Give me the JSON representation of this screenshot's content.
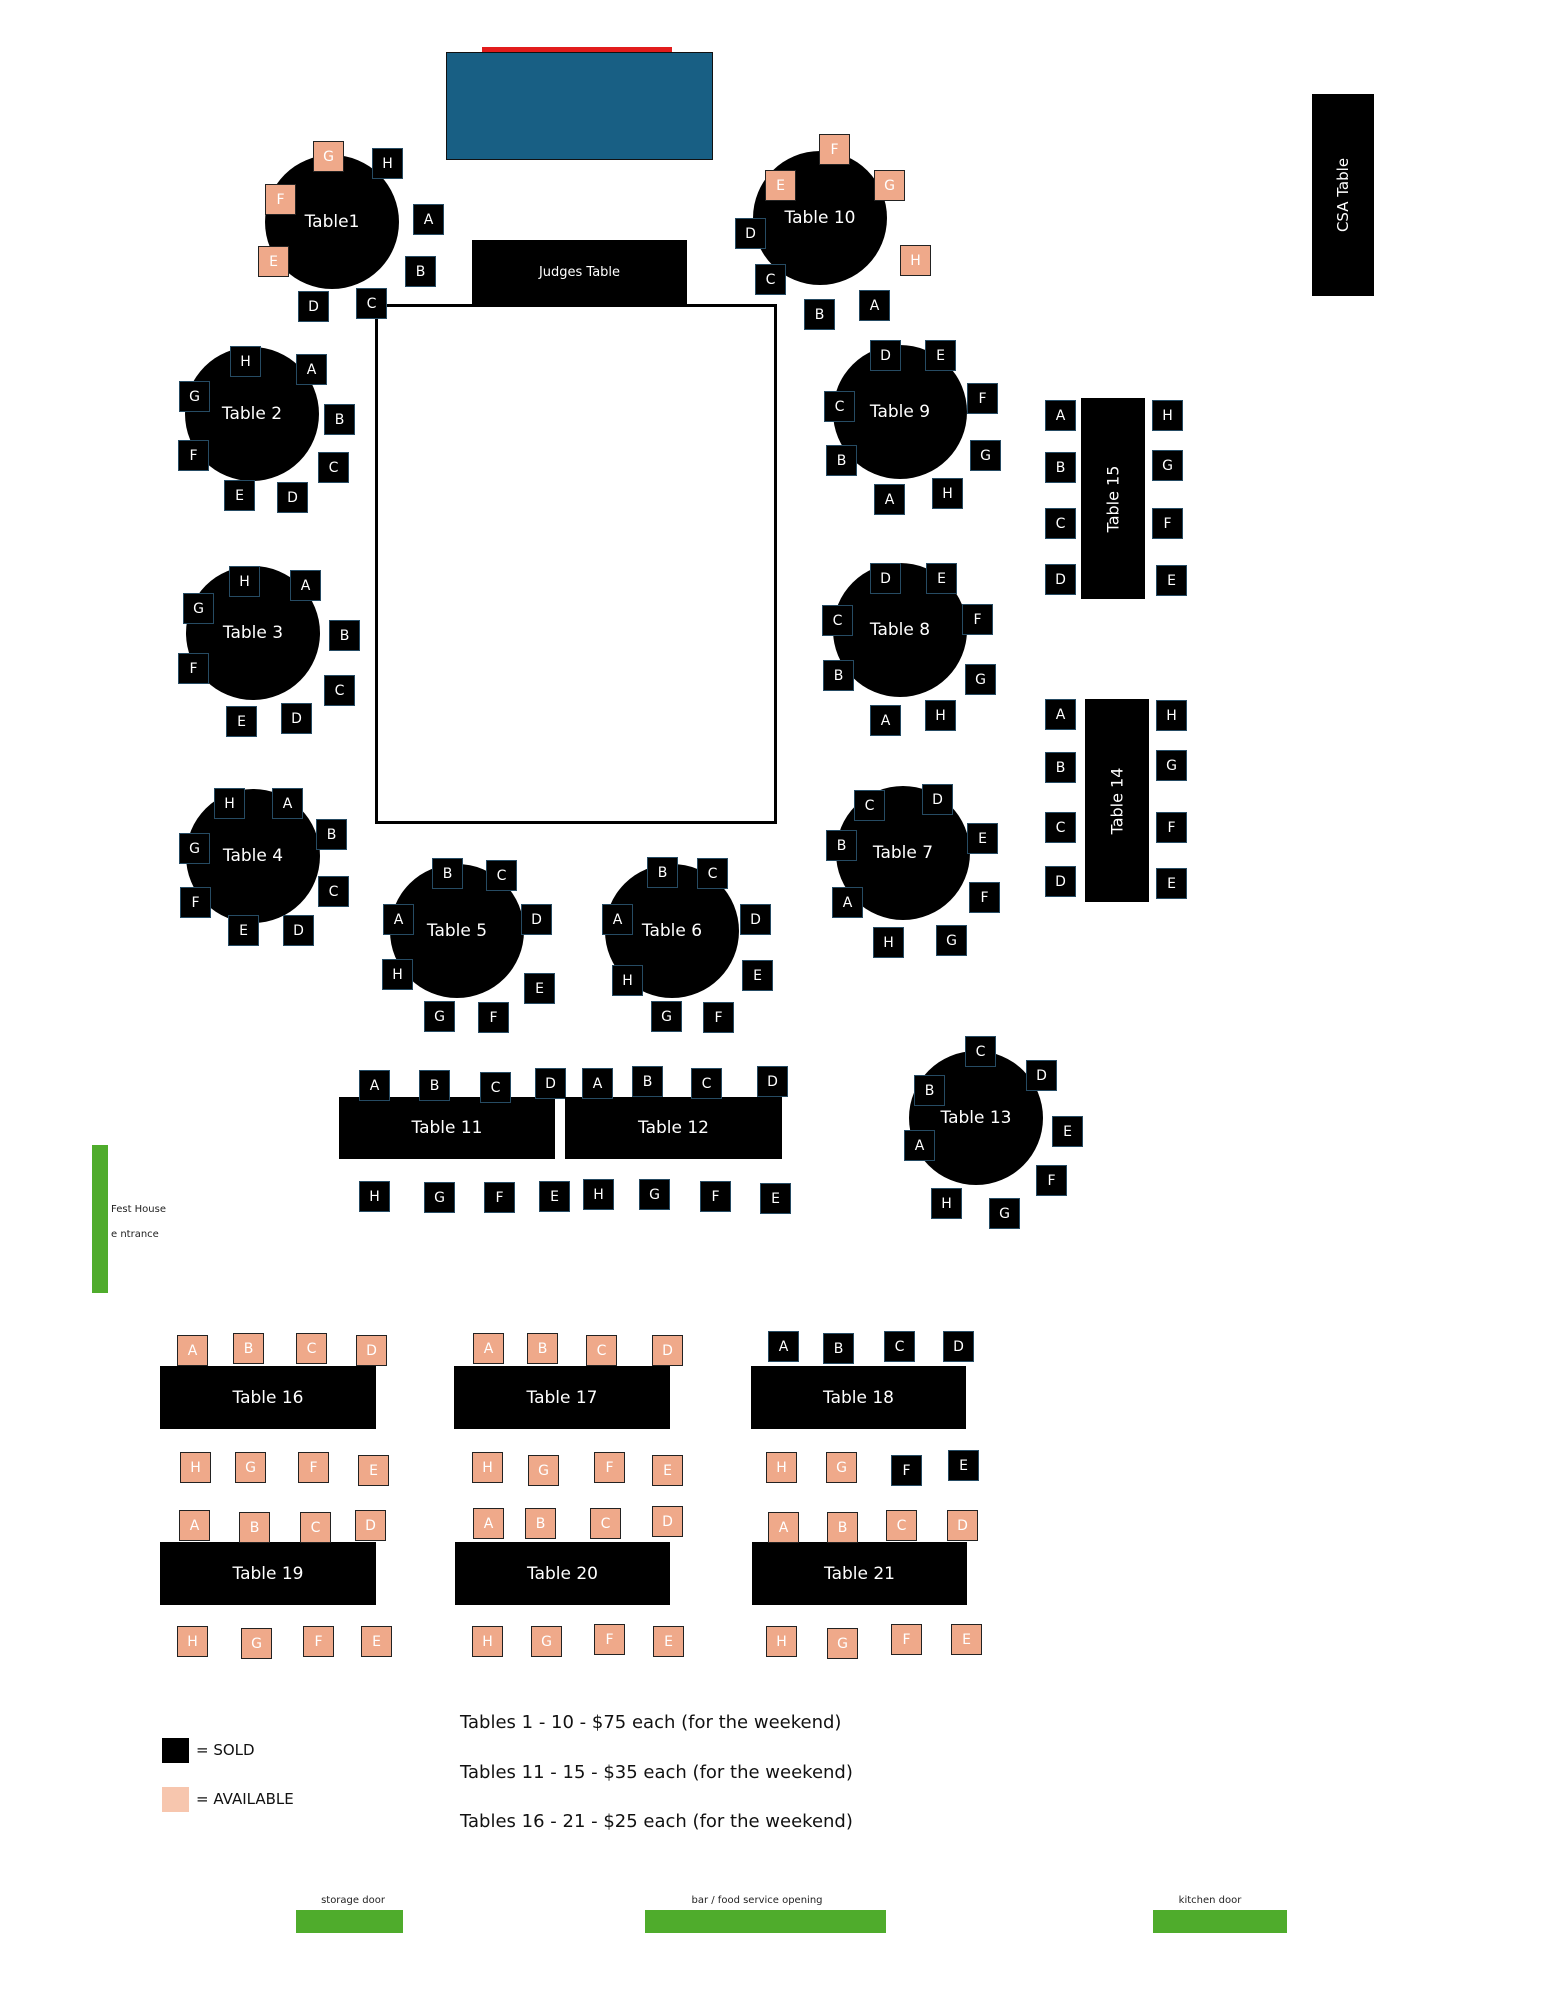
{
  "colors": {
    "sold": "#000000",
    "available": "#efa98a",
    "stage": "#185f84",
    "door": "#4fac2c",
    "stage_edge": "#e21c1c"
  },
  "labels": {
    "judges_table": "Judges Table",
    "csa_table": "CSA Table",
    "fest_house": "Fest House",
    "entrance": "e ntrance",
    "storage_door": "storage door",
    "bar_opening": "bar / food service opening",
    "kitchen_door": "kitchen door"
  },
  "legend": {
    "sold": "= SOLD",
    "available": "= AVAILABLE"
  },
  "pricing": [
    "Tables 1 - 10 - $75 each (for the weekend)",
    "Tables 11 - 15 - $35 each (for the weekend)",
    "Tables 16 - 21 - $25 each (for the weekend)"
  ],
  "tables": [
    {
      "id": "t1",
      "name": "Table1",
      "seats": [
        {
          "l": "A",
          "s": "sold"
        },
        {
          "l": "B",
          "s": "sold"
        },
        {
          "l": "C",
          "s": "sold"
        },
        {
          "l": "D",
          "s": "sold"
        },
        {
          "l": "E",
          "s": "available"
        },
        {
          "l": "F",
          "s": "available"
        },
        {
          "l": "G",
          "s": "available"
        },
        {
          "l": "H",
          "s": "sold"
        }
      ]
    },
    {
      "id": "t2",
      "name": "Table 2",
      "seats": [
        {
          "l": "A",
          "s": "sold"
        },
        {
          "l": "B",
          "s": "sold"
        },
        {
          "l": "C",
          "s": "sold"
        },
        {
          "l": "D",
          "s": "sold"
        },
        {
          "l": "E",
          "s": "sold"
        },
        {
          "l": "F",
          "s": "sold"
        },
        {
          "l": "G",
          "s": "sold"
        },
        {
          "l": "H",
          "s": "sold"
        }
      ]
    },
    {
      "id": "t3",
      "name": "Table 3",
      "seats": [
        {
          "l": "A",
          "s": "sold"
        },
        {
          "l": "B",
          "s": "sold"
        },
        {
          "l": "C",
          "s": "sold"
        },
        {
          "l": "D",
          "s": "sold"
        },
        {
          "l": "E",
          "s": "sold"
        },
        {
          "l": "F",
          "s": "sold"
        },
        {
          "l": "G",
          "s": "sold"
        },
        {
          "l": "H",
          "s": "sold"
        }
      ]
    },
    {
      "id": "t4",
      "name": "Table 4",
      "seats": [
        {
          "l": "A",
          "s": "sold"
        },
        {
          "l": "B",
          "s": "sold"
        },
        {
          "l": "C",
          "s": "sold"
        },
        {
          "l": "D",
          "s": "sold"
        },
        {
          "l": "E",
          "s": "sold"
        },
        {
          "l": "F",
          "s": "sold"
        },
        {
          "l": "G",
          "s": "sold"
        },
        {
          "l": "H",
          "s": "sold"
        }
      ]
    },
    {
      "id": "t5",
      "name": "Table 5",
      "seats": [
        {
          "l": "A",
          "s": "sold"
        },
        {
          "l": "B",
          "s": "sold"
        },
        {
          "l": "C",
          "s": "sold"
        },
        {
          "l": "D",
          "s": "sold"
        },
        {
          "l": "E",
          "s": "sold"
        },
        {
          "l": "F",
          "s": "sold"
        },
        {
          "l": "G",
          "s": "sold"
        },
        {
          "l": "H",
          "s": "sold"
        }
      ]
    },
    {
      "id": "t6",
      "name": "Table 6",
      "seats": [
        {
          "l": "A",
          "s": "sold"
        },
        {
          "l": "B",
          "s": "sold"
        },
        {
          "l": "C",
          "s": "sold"
        },
        {
          "l": "D",
          "s": "sold"
        },
        {
          "l": "E",
          "s": "sold"
        },
        {
          "l": "F",
          "s": "sold"
        },
        {
          "l": "G",
          "s": "sold"
        },
        {
          "l": "H",
          "s": "sold"
        }
      ]
    },
    {
      "id": "t7",
      "name": "Table 7",
      "seats": [
        {
          "l": "A",
          "s": "sold"
        },
        {
          "l": "B",
          "s": "sold"
        },
        {
          "l": "C",
          "s": "sold"
        },
        {
          "l": "D",
          "s": "sold"
        },
        {
          "l": "E",
          "s": "sold"
        },
        {
          "l": "F",
          "s": "sold"
        },
        {
          "l": "G",
          "s": "sold"
        },
        {
          "l": "H",
          "s": "sold"
        }
      ]
    },
    {
      "id": "t8",
      "name": "Table 8",
      "seats": [
        {
          "l": "A",
          "s": "sold"
        },
        {
          "l": "B",
          "s": "sold"
        },
        {
          "l": "C",
          "s": "sold"
        },
        {
          "l": "D",
          "s": "sold"
        },
        {
          "l": "E",
          "s": "sold"
        },
        {
          "l": "F",
          "s": "sold"
        },
        {
          "l": "G",
          "s": "sold"
        },
        {
          "l": "H",
          "s": "sold"
        }
      ]
    },
    {
      "id": "t9",
      "name": "Table 9",
      "seats": [
        {
          "l": "A",
          "s": "sold"
        },
        {
          "l": "B",
          "s": "sold"
        },
        {
          "l": "C",
          "s": "sold"
        },
        {
          "l": "D",
          "s": "sold"
        },
        {
          "l": "E",
          "s": "sold"
        },
        {
          "l": "F",
          "s": "sold"
        },
        {
          "l": "G",
          "s": "sold"
        },
        {
          "l": "H",
          "s": "sold"
        }
      ]
    },
    {
      "id": "t10",
      "name": "Table 10",
      "seats": [
        {
          "l": "A",
          "s": "sold"
        },
        {
          "l": "B",
          "s": "sold"
        },
        {
          "l": "C",
          "s": "sold"
        },
        {
          "l": "D",
          "s": "sold"
        },
        {
          "l": "E",
          "s": "available"
        },
        {
          "l": "F",
          "s": "available"
        },
        {
          "l": "G",
          "s": "available"
        },
        {
          "l": "H",
          "s": "available"
        }
      ]
    },
    {
      "id": "t11",
      "name": "Table 11",
      "seats": [
        {
          "l": "A",
          "s": "sold"
        },
        {
          "l": "B",
          "s": "sold"
        },
        {
          "l": "C",
          "s": "sold"
        },
        {
          "l": "D",
          "s": "sold"
        },
        {
          "l": "E",
          "s": "sold"
        },
        {
          "l": "F",
          "s": "sold"
        },
        {
          "l": "G",
          "s": "sold"
        },
        {
          "l": "H",
          "s": "sold"
        }
      ]
    },
    {
      "id": "t12",
      "name": "Table 12",
      "seats": [
        {
          "l": "A",
          "s": "sold"
        },
        {
          "l": "B",
          "s": "sold"
        },
        {
          "l": "C",
          "s": "sold"
        },
        {
          "l": "D",
          "s": "sold"
        },
        {
          "l": "E",
          "s": "sold"
        },
        {
          "l": "F",
          "s": "sold"
        },
        {
          "l": "G",
          "s": "sold"
        },
        {
          "l": "H",
          "s": "sold"
        }
      ]
    },
    {
      "id": "t13",
      "name": "Table 13",
      "seats": [
        {
          "l": "A",
          "s": "sold"
        },
        {
          "l": "B",
          "s": "sold"
        },
        {
          "l": "C",
          "s": "sold"
        },
        {
          "l": "D",
          "s": "sold"
        },
        {
          "l": "E",
          "s": "sold"
        },
        {
          "l": "F",
          "s": "sold"
        },
        {
          "l": "G",
          "s": "sold"
        },
        {
          "l": "H",
          "s": "sold"
        }
      ]
    },
    {
      "id": "t14",
      "name": "Table 14",
      "seats": [
        {
          "l": "A",
          "s": "sold"
        },
        {
          "l": "B",
          "s": "sold"
        },
        {
          "l": "C",
          "s": "sold"
        },
        {
          "l": "D",
          "s": "sold"
        },
        {
          "l": "E",
          "s": "sold"
        },
        {
          "l": "F",
          "s": "sold"
        },
        {
          "l": "G",
          "s": "sold"
        },
        {
          "l": "H",
          "s": "sold"
        }
      ]
    },
    {
      "id": "t15",
      "name": "Table 15",
      "seats": [
        {
          "l": "A",
          "s": "sold"
        },
        {
          "l": "B",
          "s": "sold"
        },
        {
          "l": "C",
          "s": "sold"
        },
        {
          "l": "D",
          "s": "sold"
        },
        {
          "l": "E",
          "s": "sold"
        },
        {
          "l": "F",
          "s": "sold"
        },
        {
          "l": "G",
          "s": "sold"
        },
        {
          "l": "H",
          "s": "sold"
        }
      ]
    },
    {
      "id": "t16",
      "name": "Table 16",
      "seats": [
        {
          "l": "A",
          "s": "available"
        },
        {
          "l": "B",
          "s": "available"
        },
        {
          "l": "C",
          "s": "available"
        },
        {
          "l": "D",
          "s": "available"
        },
        {
          "l": "E",
          "s": "available"
        },
        {
          "l": "F",
          "s": "available"
        },
        {
          "l": "G",
          "s": "available"
        },
        {
          "l": "H",
          "s": "available"
        }
      ]
    },
    {
      "id": "t17",
      "name": "Table 17",
      "seats": [
        {
          "l": "A",
          "s": "available"
        },
        {
          "l": "B",
          "s": "available"
        },
        {
          "l": "C",
          "s": "available"
        },
        {
          "l": "D",
          "s": "available"
        },
        {
          "l": "E",
          "s": "available"
        },
        {
          "l": "F",
          "s": "available"
        },
        {
          "l": "G",
          "s": "available"
        },
        {
          "l": "H",
          "s": "available"
        }
      ]
    },
    {
      "id": "t18",
      "name": "Table 18",
      "seats": [
        {
          "l": "A",
          "s": "sold"
        },
        {
          "l": "B",
          "s": "sold"
        },
        {
          "l": "C",
          "s": "sold"
        },
        {
          "l": "D",
          "s": "sold"
        },
        {
          "l": "E",
          "s": "sold"
        },
        {
          "l": "F",
          "s": "sold"
        },
        {
          "l": "G",
          "s": "available"
        },
        {
          "l": "H",
          "s": "available"
        }
      ]
    },
    {
      "id": "t19",
      "name": "Table 19",
      "seats": [
        {
          "l": "A",
          "s": "available"
        },
        {
          "l": "B",
          "s": "available"
        },
        {
          "l": "C",
          "s": "available"
        },
        {
          "l": "D",
          "s": "available"
        },
        {
          "l": "E",
          "s": "available"
        },
        {
          "l": "F",
          "s": "available"
        },
        {
          "l": "G",
          "s": "available"
        },
        {
          "l": "H",
          "s": "available"
        }
      ]
    },
    {
      "id": "t20",
      "name": "Table 20",
      "seats": [
        {
          "l": "A",
          "s": "available"
        },
        {
          "l": "B",
          "s": "available"
        },
        {
          "l": "C",
          "s": "available"
        },
        {
          "l": "D",
          "s": "available"
        },
        {
          "l": "E",
          "s": "available"
        },
        {
          "l": "F",
          "s": "available"
        },
        {
          "l": "G",
          "s": "available"
        },
        {
          "l": "H",
          "s": "available"
        }
      ]
    },
    {
      "id": "t21",
      "name": "Table 21",
      "seats": [
        {
          "l": "A",
          "s": "available"
        },
        {
          "l": "B",
          "s": "available"
        },
        {
          "l": "C",
          "s": "available"
        },
        {
          "l": "D",
          "s": "available"
        },
        {
          "l": "E",
          "s": "available"
        },
        {
          "l": "F",
          "s": "available"
        },
        {
          "l": "G",
          "s": "available"
        },
        {
          "l": "H",
          "s": "available"
        }
      ]
    }
  ]
}
